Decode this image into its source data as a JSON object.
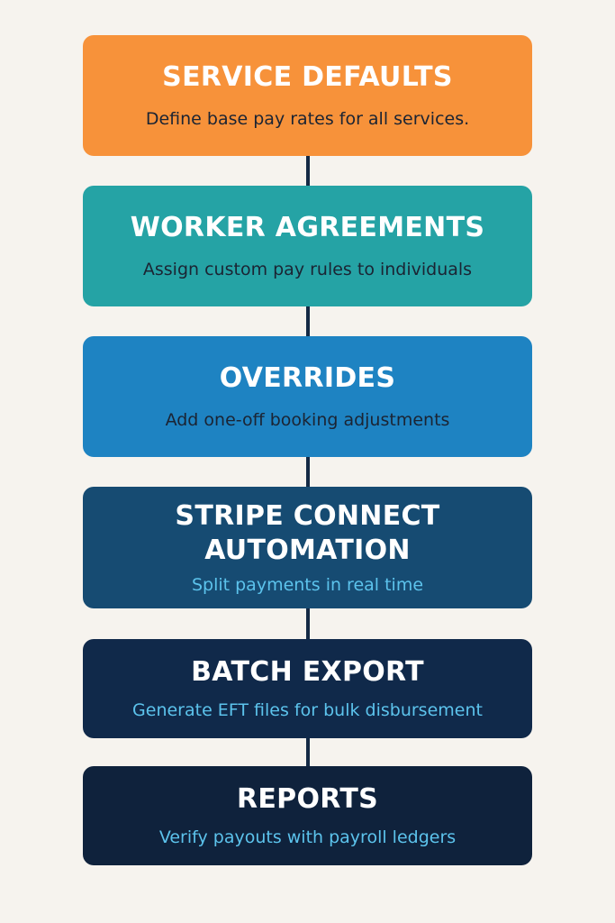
{
  "colors": {
    "background": "#f6f3ee",
    "connector": "#142a45",
    "title_text": "#ffffff",
    "dark_desc_text": "#1b2433",
    "light_desc_text": "#5cc3ec"
  },
  "steps": [
    {
      "title": "SERVICE DEFAULTS",
      "description": "Define base pay rates for all services.",
      "color": "#f7923a",
      "desc_color": "#1b2433"
    },
    {
      "title": "WORKER AGREEMENTS",
      "description": "Assign custom pay rules to individuals",
      "color": "#25a3a5",
      "desc_color": "#1b2433"
    },
    {
      "title": "OVERRIDES",
      "description": "Add one-off booking adjustments",
      "color": "#1e83c2",
      "desc_color": "#1b2433"
    },
    {
      "title": "STRIPE CONNECT\nAUTOMATION",
      "description": "Split payments in real time",
      "color": "#164b72",
      "desc_color": "#5cc3ec"
    },
    {
      "title": "BATCH EXPORT",
      "description": "Generate EFT files for bulk disbursement",
      "color": "#10294a",
      "desc_color": "#5cc3ec"
    },
    {
      "title": "REPORTS",
      "description": "Verify payouts with payroll ledgers",
      "color": "#0f223c",
      "desc_color": "#5cc3ec"
    }
  ]
}
